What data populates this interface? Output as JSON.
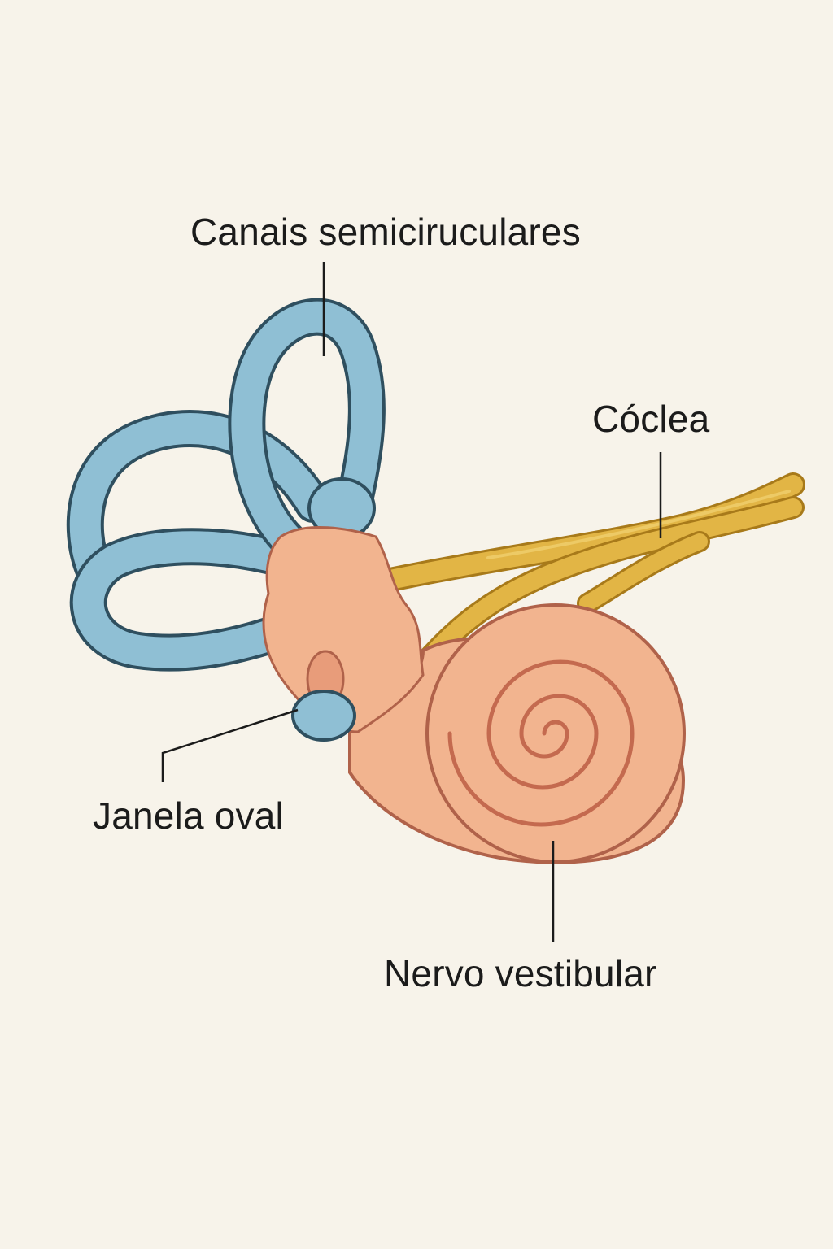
{
  "labels": {
    "semicircular_canals": "Canais semiciruculares",
    "cochlea": "Cóclea",
    "oval_window": "Janela oval",
    "vestibular_nerve": "Nervo vestibular"
  },
  "colors": {
    "background": "#f7f3ea",
    "canal_fill": "#8fbfd4",
    "canal_outline": "#2f4f5f",
    "cochlea_fill": "#f2b48f",
    "cochlea_outline": "#b0624a",
    "nerve_fill": "#e2b545",
    "nerve_outline": "#a87a1a",
    "leader_line": "#1b1b1b"
  }
}
